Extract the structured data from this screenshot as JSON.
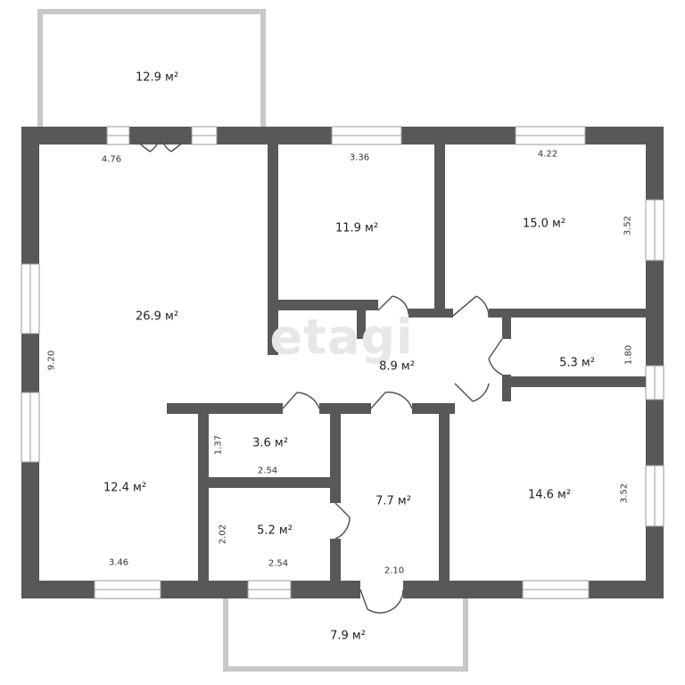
{
  "watermark": "etagi",
  "rooms": [
    {
      "id": "balcony-top",
      "area": "12.9 м²"
    },
    {
      "id": "living",
      "area": "26.9 м²"
    },
    {
      "id": "room-bottom-left",
      "area": "12.4 м²"
    },
    {
      "id": "bedroom-1",
      "area": "11.9 м²"
    },
    {
      "id": "bedroom-2",
      "area": "15.0 м²"
    },
    {
      "id": "hall",
      "area": "8.9 м²"
    },
    {
      "id": "small-room",
      "area": "5.3 м²"
    },
    {
      "id": "bath-1",
      "area": "3.6 м²"
    },
    {
      "id": "bath-2",
      "area": "5.2 м²"
    },
    {
      "id": "corridor",
      "area": "7.7 м²"
    },
    {
      "id": "bedroom-3",
      "area": "14.6 м²"
    },
    {
      "id": "balcony-bottom",
      "area": "7.9 м²"
    }
  ],
  "dimensions": {
    "living_width": "4.76",
    "bedroom1_width": "3.36",
    "bedroom2_width": "4.22",
    "bedroom2_height": "3.52",
    "left_height": "9.20",
    "small_room_height": "1.80",
    "bath1_height": "1.37",
    "bath1_width": "2.54",
    "bath2_height": "2.02",
    "bath2_width": "2.54",
    "room_bottom_left_width": "3.46",
    "corridor_width": "2.10",
    "bedroom3_height": "3.52"
  }
}
